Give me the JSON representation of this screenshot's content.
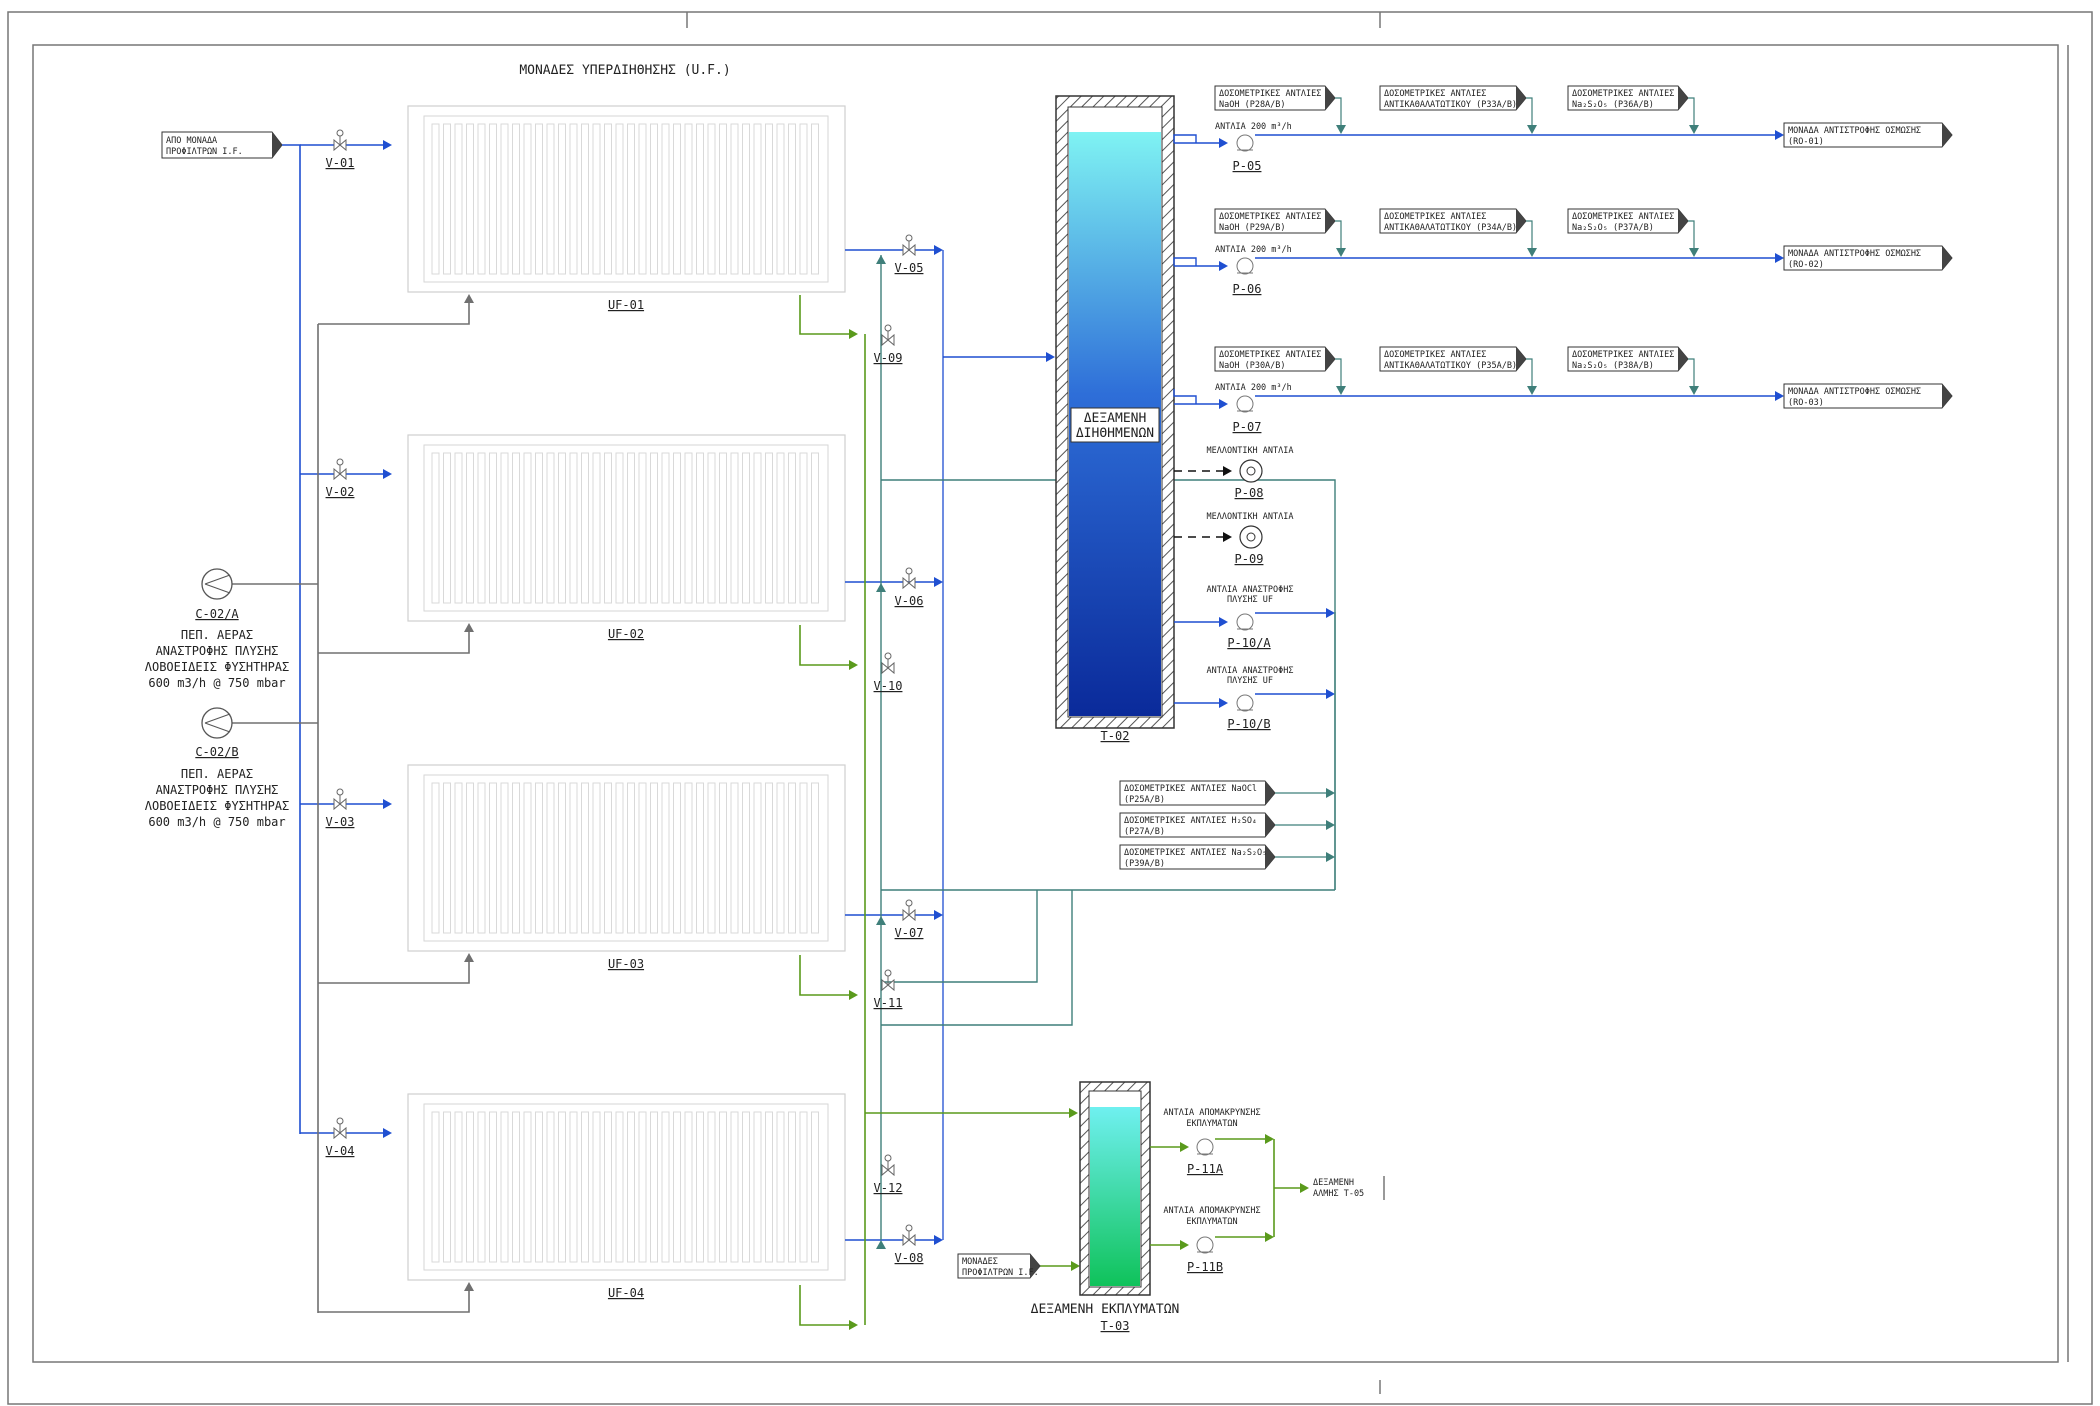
{
  "title": "ΜΟΝΑΔΕΣ ΥΠΕΡΔΙΗΘΗΣΗΣ (U.F.)",
  "colors": {
    "blue": "#1f4fd1",
    "green": "#5a9a1c",
    "grey": "#707070",
    "teal": "#3f7f7a",
    "black": "#111111"
  },
  "source": {
    "line1": "ΑΠΟ ΜΟΝΑΔΑ",
    "line2": "ΠΡΟΦΙΛΤΡΩΝ Ι.F."
  },
  "uf_units": [
    "UF-01",
    "UF-02",
    "UF-03",
    "UF-04"
  ],
  "inlet_valves": [
    "V-01",
    "V-02",
    "V-03",
    "V-04"
  ],
  "outlet_valves": [
    "V-05",
    "V-06",
    "V-07",
    "V-08"
  ],
  "drain_valves": [
    "V-09",
    "V-10",
    "V-11",
    "V-12"
  ],
  "blowers": [
    {
      "tag": "C-02/A",
      "lines": [
        "ΠΕΠ. ΑΕΡΑΣ",
        "ΑΝΑΣΤΡΟΦΗΣ ΠΛΥΣΗΣ",
        "ΛΟΒΟΕΙΔΕΙΣ ΦΥΣΗΤΗΡΑΣ",
        "600 m3/h @ 750 mbar"
      ]
    },
    {
      "tag": "C-02/B",
      "lines": [
        "ΠΕΠ. ΑΕΡΑΣ",
        "ΑΝΑΣΤΡΟΦΗΣ ΠΛΥΣΗΣ",
        "ΛΟΒΟΕΙΔΕΙΣ ΦΥΣΗΤΗΡΑΣ",
        "600 m3/h @ 750 mbar"
      ]
    }
  ],
  "tank_t02": {
    "line1": "ΔΕΞΑΜΕΝΗ",
    "line2": "ΔΙΗΘΗΜΕΝΩΝ",
    "tag": "T-02"
  },
  "tank_t03": {
    "name": "ΔΕΞΑΜΕΝΗ ΕΚΠΛΥΜΑΤΩΝ",
    "tag": "T-03"
  },
  "ro_pumps": [
    {
      "tag": "P-05",
      "flow": "ΑΝΤΛΙΑ 200 m³/h",
      "dest_line1": "ΜΟΝΑΔΑ ΑΝΤΙΣΤΡΟΦΗΣ ΟΣΜΩΣΗΣ",
      "dest_line2": "(RO-01)",
      "dosing": [
        {
          "l1": "ΔΟΣΟΜΕΤΡΙΚΕΣ ΑΝΤΛΙΕΣ",
          "l2": "NaOH (P28A/B)"
        },
        {
          "l1": "ΔΟΣΟΜΕΤΡΙΚΕΣ ΑΝΤΛΙΕΣ",
          "l2": "ΑΝΤΙΚΑΘΑΛΑΤΩΤΙΚΟΥ (P33A/B)"
        },
        {
          "l1": "ΔΟΣΟΜΕΤΡΙΚΕΣ ΑΝΤΛΙΕΣ",
          "l2": "Na₂S₂O₅ (P36A/B)"
        }
      ]
    },
    {
      "tag": "P-06",
      "flow": "ΑΝΤΛΙΑ 200 m³/h",
      "dest_line1": "ΜΟΝΑΔΑ ΑΝΤΙΣΤΡΟΦΗΣ ΟΣΜΩΣΗΣ",
      "dest_line2": "(RO-02)",
      "dosing": [
        {
          "l1": "ΔΟΣΟΜΕΤΡΙΚΕΣ ΑΝΤΛΙΕΣ",
          "l2": "NaOH (P29A/B)"
        },
        {
          "l1": "ΔΟΣΟΜΕΤΡΙΚΕΣ ΑΝΤΛΙΕΣ",
          "l2": "ΑΝΤΙΚΑΘΑΛΑΤΩΤΙΚΟΥ (P34A/B)"
        },
        {
          "l1": "ΔΟΣΟΜΕΤΡΙΚΕΣ ΑΝΤΛΙΕΣ",
          "l2": "Na₂S₂O₅ (P37A/B)"
        }
      ]
    },
    {
      "tag": "P-07",
      "flow": "ΑΝΤΛΙΑ 200 m³/h",
      "dest_line1": "ΜΟΝΑΔΑ ΑΝΤΙΣΤΡΟΦΗΣ ΟΣΜΩΣΗΣ",
      "dest_line2": "(RO-03)",
      "dosing": [
        {
          "l1": "ΔΟΣΟΜΕΤΡΙΚΕΣ ΑΝΤΛΙΕΣ",
          "l2": "NaOH (P30A/B)"
        },
        {
          "l1": "ΔΟΣΟΜΕΤΡΙΚΕΣ ΑΝΤΛΙΕΣ",
          "l2": "ΑΝΤΙΚΑΘΑΛΑΤΩΤΙΚΟΥ (P35A/B)"
        },
        {
          "l1": "ΔΟΣΟΜΕΤΡΙΚΕΣ ΑΝΤΛΙΕΣ",
          "l2": "Na₂S₂O₅ (P38A/B)"
        }
      ]
    }
  ],
  "future_pumps": [
    {
      "tag": "P-08",
      "label": "ΜΕΛΛΟΝΤΙΚΗ ΑΝΤΛΙΑ"
    },
    {
      "tag": "P-09",
      "label": "ΜΕΛΛΟΝΤΙΚΗ ΑΝΤΛΙΑ"
    }
  ],
  "backwash_pumps": [
    {
      "tag": "P-10/A",
      "l1": "ΑΝΤΛΙΑ ΑΝΑΣΤΡΟΦΗΣ",
      "l2": "ΠΛΥΣΗΣ UF"
    },
    {
      "tag": "P-10/B",
      "l1": "ΑΝΤΛΙΑ ΑΝΑΣΤΡΟΦΗΣ",
      "l2": "ΠΛΥΣΗΣ UF"
    }
  ],
  "cip_dosing": [
    {
      "l1": "ΔΟΣΟΜΕΤΡΙΚΕΣ ΑΝΤΛΙΕΣ NaOCl",
      "l2": "(P25A/B)"
    },
    {
      "l1": "ΔΟΣΟΜΕΤΡΙΚΕΣ ΑΝΤΛΙΕΣ H₂SO₄",
      "l2": "(P27A/B)"
    },
    {
      "l1": "ΔΟΣΟΜΕΤΡΙΚΕΣ ΑΝΤΛΙΕΣ Na₂S₂O₅",
      "l2": "(P39A/B)"
    }
  ],
  "waste_pumps": [
    {
      "tag": "P-11A",
      "l1": "ΑΝΤΛΙΑ ΑΠΟΜΑΚΡΥΝΣΗΣ",
      "l2": "ΕΚΠΛΥΜΑΤΩΝ"
    },
    {
      "tag": "P-11B",
      "l1": "ΑΝΤΛΙΑ ΑΠΟΜΑΚΡΥΝΣΗΣ",
      "l2": "ΕΚΠΛΥΜΑΤΩΝ"
    }
  ],
  "t03_source": {
    "l1": "ΜΟΝΑΔΕΣ",
    "l2": "ΠΡΟΦΙΛΤΡΩΝ Ι.F."
  },
  "brine_dest": {
    "l1": "ΔΕΞΑΜΕΝΗ",
    "l2": "ΑΛΜΗΣ T-05"
  }
}
